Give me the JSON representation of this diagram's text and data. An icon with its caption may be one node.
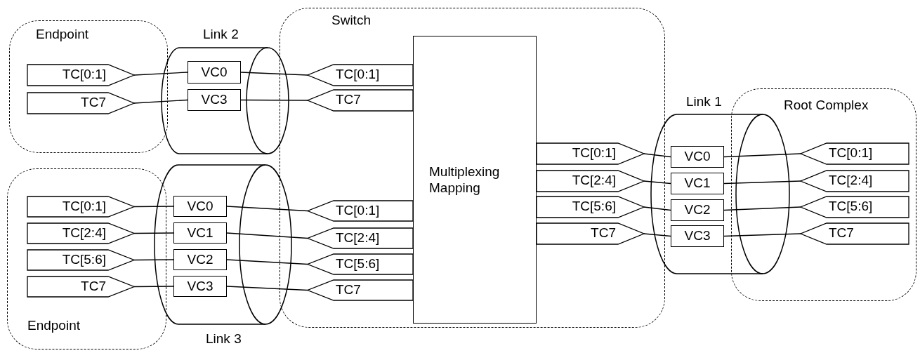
{
  "diagram": {
    "nodes": [
      {
        "text": [
          "Endpoint"
        ]
      },
      {
        "text": [
          "TC[0:1]"
        ],
        "in": 0
      },
      {
        "text": [
          "TC7"
        ],
        "in": 0
      },
      {
        "text": [
          "Link 2"
        ]
      },
      {
        "text": [
          "VC0"
        ],
        "in": 3
      },
      {
        "text": [
          "VC3"
        ],
        "in": 3
      },
      {
        "text": [
          "Switch"
        ]
      },
      {
        "text": [
          "TC[0:1]"
        ],
        "in": 6
      },
      {
        "text": [
          "TC7"
        ],
        "in": 6
      },
      {
        "text": [
          "Multiplexing Mapping"
        ],
        "in": 6
      },
      {
        "text": [
          "TC[0:1]"
        ],
        "in": 6
      },
      {
        "text": [
          "TC[2:4]"
        ],
        "in": 6
      },
      {
        "text": [
          "TC[5:6]"
        ],
        "in": 6
      },
      {
        "text": [
          "TC7"
        ],
        "in": 6
      },
      {
        "text": [
          "TC[0:1]"
        ],
        "in": 6
      },
      {
        "text": [
          "TC[2:4]"
        ],
        "in": 6
      },
      {
        "text": [
          "TC[5:6]"
        ],
        "in": 6
      },
      {
        "text": [
          "TC7"
        ],
        "in": 6
      },
      {
        "text": [
          "Endpoint"
        ]
      },
      {
        "text": [
          "TC[0:1]"
        ],
        "in": 18
      },
      {
        "text": [
          "TC[2:4]"
        ],
        "in": 18
      },
      {
        "text": [
          "TC[5:6]"
        ],
        "in": 18
      },
      {
        "text": [
          "TC7"
        ],
        "in": 18
      },
      {
        "text": [
          "Link 3"
        ]
      },
      {
        "text": [
          "VC0"
        ],
        "in": 23
      },
      {
        "text": [
          "VC1"
        ],
        "in": 23
      },
      {
        "text": [
          "VC2"
        ],
        "in": 23
      },
      {
        "text": [
          "VC3"
        ],
        "in": 23
      },
      {
        "text": [
          "Link 1"
        ]
      },
      {
        "text": [
          "VC0"
        ],
        "in": 28
      },
      {
        "text": [
          "VC1"
        ],
        "in": 28
      },
      {
        "text": [
          "VC2"
        ],
        "in": 28
      },
      {
        "text": [
          "VC3"
        ],
        "in": 28
      },
      {
        "text": [
          "Root Complex"
        ]
      },
      {
        "text": [
          "TC[0:1]"
        ],
        "in": 33
      },
      {
        "text": [
          "TC[2:4]"
        ],
        "in": 33
      },
      {
        "text": [
          "TC[5:6]"
        ],
        "in": 33
      },
      {
        "text": [
          "TC7"
        ],
        "in": 33
      }
    ],
    "edges": [
      {
        "from": 1,
        "to": 4,
        "arrow": "none"
      },
      {
        "from": 2,
        "to": 5,
        "arrow": "none"
      },
      {
        "from": 4,
        "to": 7,
        "arrow": "none"
      },
      {
        "from": 5,
        "to": 8,
        "arrow": "none"
      },
      {
        "from": 19,
        "to": 24,
        "arrow": "none"
      },
      {
        "from": 20,
        "to": 25,
        "arrow": "none"
      },
      {
        "from": 21,
        "to": 26,
        "arrow": "none"
      },
      {
        "from": 22,
        "to": 27,
        "arrow": "none"
      },
      {
        "from": 24,
        "to": 10,
        "arrow": "none"
      },
      {
        "from": 25,
        "to": 11,
        "arrow": "none"
      },
      {
        "from": 26,
        "to": 12,
        "arrow": "none"
      },
      {
        "from": 27,
        "to": 13,
        "arrow": "none"
      },
      {
        "from": 14,
        "to": 29,
        "arrow": "none"
      },
      {
        "from": 15,
        "to": 30,
        "arrow": "none"
      },
      {
        "from": 16,
        "to": 31,
        "arrow": "none"
      },
      {
        "from": 17,
        "to": 32,
        "arrow": "none"
      },
      {
        "from": 29,
        "to": 34,
        "arrow": "none"
      },
      {
        "from": 30,
        "to": 35,
        "arrow": "none"
      },
      {
        "from": 31,
        "to": 36,
        "arrow": "none"
      },
      {
        "from": 32,
        "to": 37,
        "arrow": "none"
      }
    ]
  }
}
